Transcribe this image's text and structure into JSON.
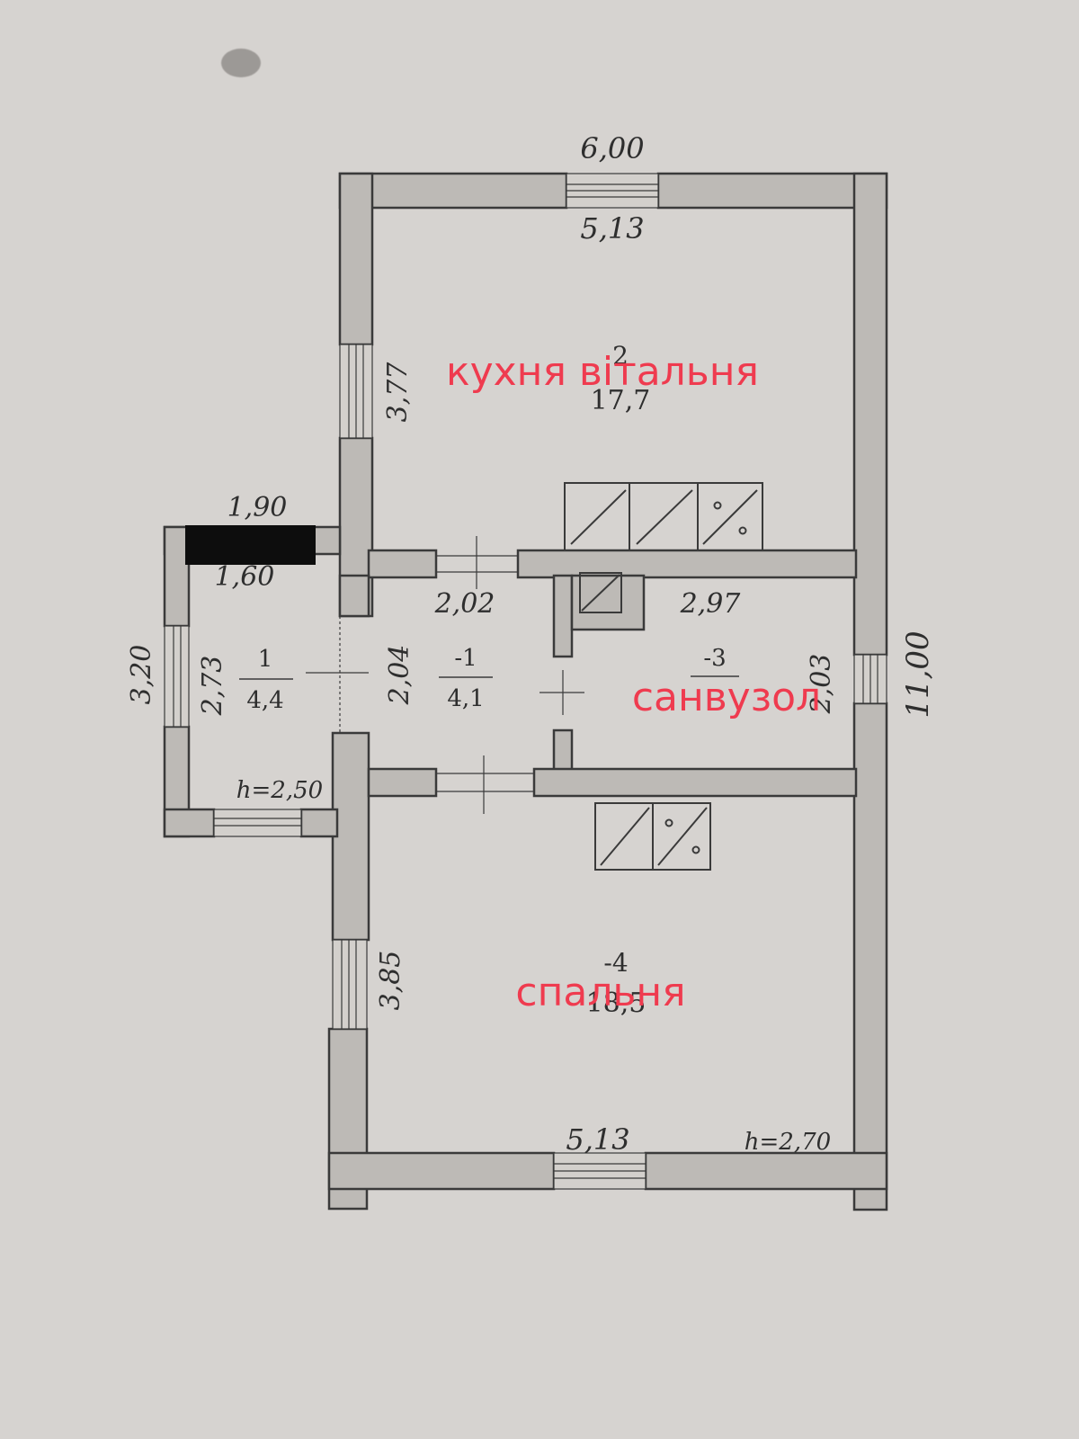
{
  "dimensions": {
    "overall_width": "6,00",
    "top_inner_width": "5,13",
    "kitchen_height": "3,77",
    "overall_length": "11,00",
    "porch_outer_width": "1,90",
    "porch_inner_width": "1,60",
    "porch_outer_depth": "3,20",
    "porch_inner_depth": "2,73",
    "porch_height": "h=2,50",
    "hall_width": "2,02",
    "hall_depth": "2,04",
    "bath_width": "2,97",
    "bath_depth": "2,03",
    "bedroom_height": "3,85",
    "bottom_inner_width": "5,13",
    "ceiling_height": "h=2,70"
  },
  "rooms": {
    "porch": {
      "number": "1",
      "area": "4,4"
    },
    "kitchen": {
      "number": "2",
      "area": "17,7",
      "annotation": "кухня вітальня"
    },
    "hall": {
      "number": "-1",
      "area": "4,1"
    },
    "bathroom": {
      "number": "-3",
      "annotation": "санвузол"
    },
    "bedroom": {
      "number": "-4",
      "area": "18,5",
      "annotation": "спальня"
    }
  },
  "colors": {
    "paper": "#d6d3d0",
    "wall": "#bdbab6",
    "line": "#3a3a3a",
    "annotation": "#ef3b4f",
    "redaction": "#0d0d0d"
  }
}
